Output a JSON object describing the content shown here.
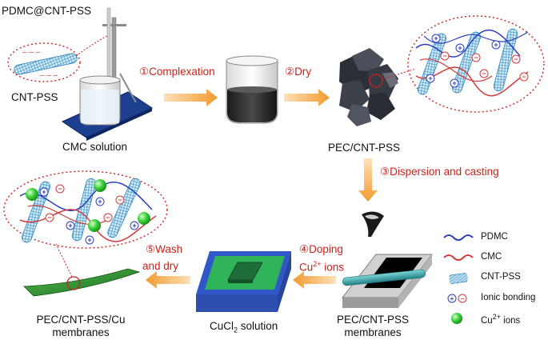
{
  "labels": {
    "pdmc_cnt_pss": "PDMC@CNT-PSS",
    "cnt_pss": "CNT-PSS",
    "cmc_solution": "CMC solution",
    "pec_cnt_pss": "PEC/CNT-PSS",
    "pec_membranes_line1": "PEC/CNT-PSS",
    "pec_membranes_line2": "membranes",
    "cucl2_base": "CuCl",
    "cucl2_sub": "2",
    "cucl2_rest": " solution",
    "final_line1": "PEC/CNT-PSS/Cu",
    "final_line2": "membranes"
  },
  "steps": {
    "s1": "①Complexation",
    "s2": "②Dry",
    "s3": "③Dispersion and casting",
    "s4_line1": "④Doping",
    "s4_line2_base": "Cu",
    "s4_line2_sup": "2+",
    "s4_line2_rest": " ions",
    "s5_line1": "⑤Wash",
    "s5_line2": "and dry"
  },
  "legend": {
    "pdmc": "PDMC",
    "cmc": "CMC",
    "cnt_pss": "CNT-PSS",
    "ionic": "Ionic bonding",
    "cu_base": "Cu",
    "cu_sup": "2+",
    "cu_rest": " ions"
  },
  "colors": {
    "arrow": "#f29a2e",
    "step_text": "#c8241c",
    "pdmc_line": "#2b3fbf",
    "cmc_line": "#d23a3a",
    "cnt_tube": "#57a9d6",
    "plus_sign": "#2b3fbf",
    "minus_sign": "#d23a3a",
    "cu_ion": "#3fd23f",
    "membrane": "#2e8b2e",
    "bath_frame": "#2f57c8",
    "bath_liquid": "#2fb45a",
    "cmc_plate": "#1d3f8f"
  }
}
